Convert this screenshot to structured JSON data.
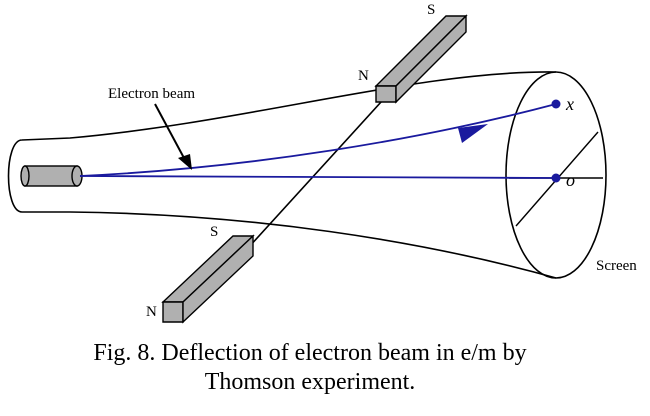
{
  "labels": {
    "electron_beam": "Electron beam",
    "magnet_top_s": "S",
    "magnet_top_n": "N",
    "magnet_bottom_s": "S",
    "magnet_bottom_n": "N",
    "point_x": "x",
    "point_o": "o",
    "screen": "Screen"
  },
  "caption": {
    "line1": "Fig. 8. Deflection of electron beam in e/m by",
    "line2": "Thomson experiment."
  },
  "colors": {
    "beam": "#1a1a9e",
    "magnet_fill": "#b0b0b0",
    "outline": "#000000"
  }
}
